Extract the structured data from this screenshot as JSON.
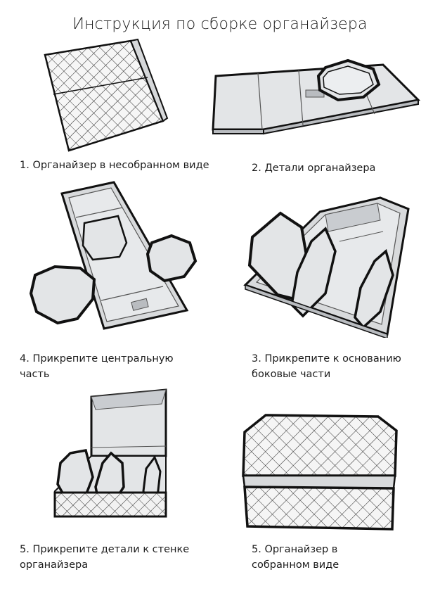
{
  "title": "Инструкция по сборке органайзера",
  "steps": [
    {
      "lines": [
        "1. Органайзер в несобранном виде"
      ]
    },
    {
      "lines": [
        "2. Детали органайзера"
      ]
    },
    {
      "lines": [
        "4. Прикрепите центральную",
        "часть"
      ]
    },
    {
      "lines": [
        "3. Прикрепите к основанию",
        "боковые части"
      ]
    },
    {
      "lines": [
        "5. Прикрепите детали к стенке",
        "органайзера"
      ]
    },
    {
      "lines": [
        "5. Органайзер в",
        "собранном виде"
      ]
    }
  ],
  "colors": {
    "line": "#111111",
    "panel": "#e3e5e7",
    "panel_dark": "#b9bcc0",
    "mesh": "#f5f5f5"
  }
}
